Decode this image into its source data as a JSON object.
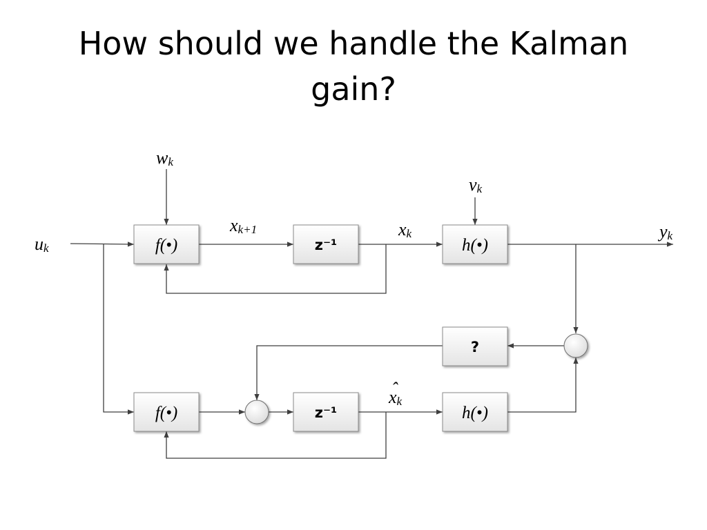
{
  "slide": {
    "title_line1": "How should we handle the Kalman",
    "title_line2": "gain?"
  },
  "blocks": {
    "f_top": "f(•)",
    "delay_top": "z⁻¹",
    "h_top": "h(•)",
    "gain": "?",
    "f_bottom": "f(•)",
    "delay_bottom": "z⁻¹",
    "h_bottom": "h(•)"
  },
  "signals": {
    "w": {
      "base": "w",
      "sub": "k"
    },
    "u": {
      "base": "u",
      "sub": "k"
    },
    "x_next": {
      "base": "x",
      "sub": "k+1"
    },
    "x": {
      "base": "x",
      "sub": "k"
    },
    "v": {
      "base": "v",
      "sub": "k"
    },
    "y": {
      "base": "y",
      "sub": "k"
    },
    "x_hat": {
      "base": "x",
      "sub": "k",
      "accent": "ˆ"
    }
  }
}
